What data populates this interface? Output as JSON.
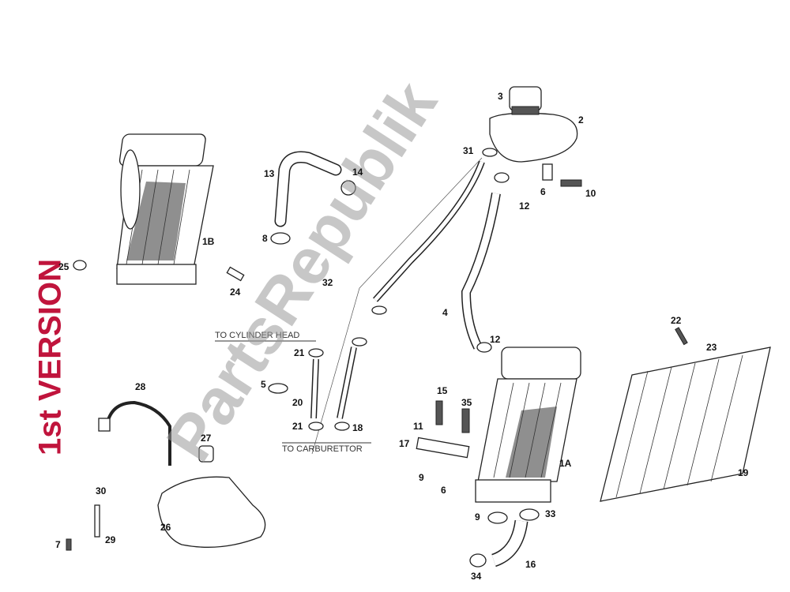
{
  "title": "1st VERSION",
  "watermark": "PartsRepublik",
  "notes": {
    "to_cylinder_head": "TO CYLINDER HEAD",
    "to_carburettor": "TO CARBURETTOR"
  },
  "labels": [
    "1A",
    "1B",
    "2",
    "3",
    "4",
    "5",
    "6",
    "6",
    "7",
    "8",
    "9",
    "9",
    "10",
    "11",
    "12",
    "12",
    "13",
    "14",
    "15",
    "16",
    "17",
    "18",
    "19",
    "20",
    "21",
    "21",
    "22",
    "23",
    "24",
    "25",
    "26",
    "27",
    "28",
    "29",
    "30",
    "31",
    "32",
    "33",
    "34",
    "35"
  ],
  "colors": {
    "title": "#c0143c"
  }
}
